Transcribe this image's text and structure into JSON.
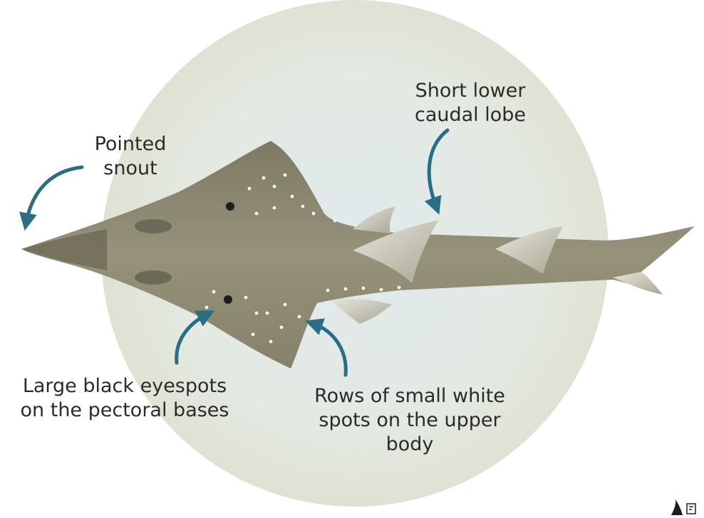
{
  "annotations": {
    "snout": {
      "line1": "Pointed",
      "line2": "snout"
    },
    "caudal_lobe": {
      "line1": "Short lower",
      "line2": "caudal lobe"
    },
    "eyespots": {
      "line1": "Large black eyespots",
      "line2": "on the pectoral bases"
    },
    "white_spots": {
      "line1": "Rows of small white",
      "line2": "spots on the upper",
      "line3": "body"
    }
  },
  "colors": {
    "background_circle": "#dfe3d6",
    "circle_center_tint": "#dfeaed",
    "fish_body": "#8f8b73",
    "fish_dark": "#5c5a48",
    "fin_light": "#d3d2c6",
    "arrow": "#2a6e86",
    "text": "#2b2b2b"
  },
  "icons": {
    "arrow": "curved-arrow-icon",
    "logo": "shark-fin-logo-icon"
  }
}
